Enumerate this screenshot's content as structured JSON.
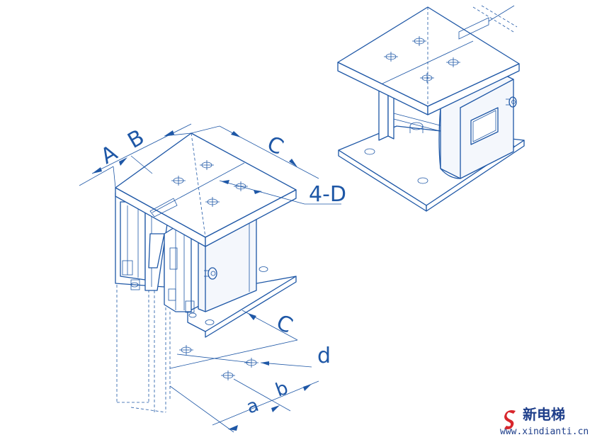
{
  "labels": {
    "dim_a_top": "A",
    "dim_b_top": "B",
    "dim_c_top": "C",
    "dim_d_top": "4-D",
    "dim_c_bottom": "C",
    "dim_d_bottom": "d",
    "dim_a_bottom": "a",
    "dim_b_bottom": "b"
  },
  "brand": {
    "name": "新电梯",
    "url": "www.xindianti.cn"
  },
  "colors": {
    "line": "#1e57a6",
    "logo": "#d8262c"
  }
}
